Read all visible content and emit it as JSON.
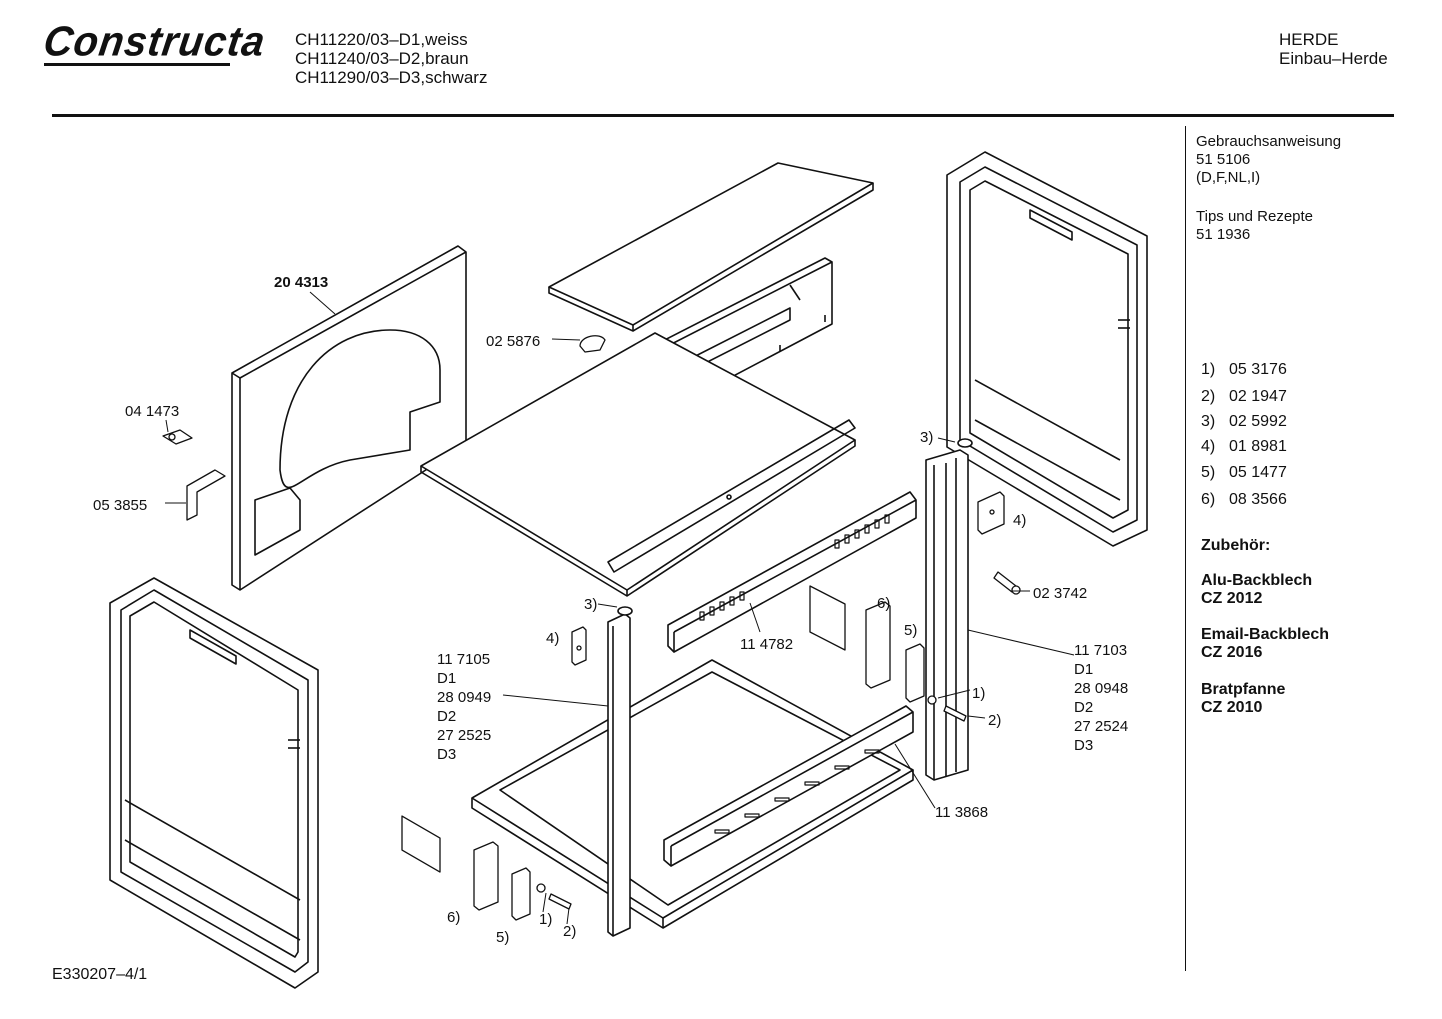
{
  "header": {
    "brand": "Constructa",
    "models": [
      "CH11220/03–D1,weiss",
      "CH11240/03–D2,braun",
      "CH11290/03–D3,schwarz"
    ],
    "category": [
      "HERDE",
      "Einbau–Herde"
    ]
  },
  "sidebar": {
    "manual_title": "Gebrauchsanweisung",
    "manual_number": "51 5106",
    "manual_langs": "(D,F,NL,I)",
    "tips_title": "Tips und Rezepte",
    "tips_number": "51 1936",
    "parts": [
      {
        "key": "1)",
        "value": "05 3176"
      },
      {
        "key": "2)",
        "value": "02 1947"
      },
      {
        "key": "3)",
        "value": "02 5992"
      },
      {
        "key": "4)",
        "value": "01 8981"
      },
      {
        "key": "5)",
        "value": "05 1477"
      },
      {
        "key": "6)",
        "value": "08 3566"
      }
    ],
    "accessories_title": "Zubehör:",
    "accessories": [
      {
        "name": "Alu-Backblech",
        "code": "CZ 2012"
      },
      {
        "name": "Email-Backblech",
        "code": "CZ 2016"
      },
      {
        "name": "Bratpfanne",
        "code": "CZ 2010"
      }
    ]
  },
  "labels": {
    "side_panel": "20 4313",
    "clip": "04 1473",
    "insulation": "05 3855",
    "grommet": "02 5876",
    "screw_right": "02 3742",
    "rail": "11 4782",
    "front_rail": "11 3868",
    "left_post_lines": [
      "11 7105",
      "D1",
      "28 0949",
      "D2",
      "27 2525",
      "D3"
    ],
    "right_post_lines": [
      "11 7103",
      "D1",
      "28 0948",
      "D2",
      "27 2524",
      "D3"
    ],
    "n1": "1)",
    "n2": "2)",
    "n3": "3)",
    "n4": "4)",
    "n5": "5)",
    "n6": "6)"
  },
  "footer": {
    "drawing_id": "E330207–4/1"
  }
}
